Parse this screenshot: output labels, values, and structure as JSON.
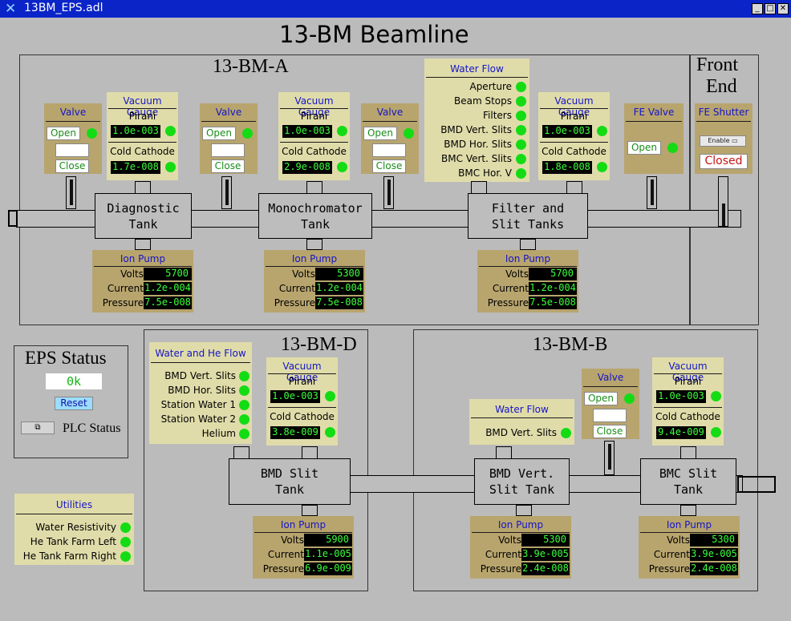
{
  "window": {
    "title": "13BM_EPS.adl"
  },
  "page_title": "13-BM Beamline",
  "sections": {
    "a": "13-BM-A",
    "front_end_1": "Front",
    "front_end_2": "End",
    "d": "13-BM-D",
    "b": "13-BM-B"
  },
  "valves": {
    "title": "Valve",
    "open": "Open",
    "close": "Close"
  },
  "vac": {
    "title": "Vacuum Gauge",
    "pirani": "Pirani",
    "cold": "Cold Cathode",
    "g1": {
      "pirani": "1.0e-003",
      "cold": "1.7e-008"
    },
    "g2": {
      "pirani": "1.0e-003",
      "cold": "2.9e-008"
    },
    "g3": {
      "pirani": "1.0e-003",
      "cold": "1.8e-008"
    },
    "g4": {
      "pirani": "1.0e-003",
      "cold": "3.8e-009"
    },
    "g5": {
      "pirani": "1.0e-003",
      "cold": "9.4e-009"
    }
  },
  "water_flow_a": {
    "title": "Water Flow",
    "items": [
      "Aperture",
      "Beam Stops",
      "Filters",
      "BMD Vert. Slits",
      "BMD Hor. Slits",
      "BMC Vert. Slits",
      "BMC Hor. V"
    ]
  },
  "fe_valve": {
    "title": "FE Valve",
    "open": "Open"
  },
  "fe_shutter": {
    "title": "FE Shutter",
    "enable": "Enable",
    "status": "Closed"
  },
  "tanks": {
    "diag": [
      "Diagnostic",
      "Tank"
    ],
    "mono": [
      "Monochromator",
      "Tank"
    ],
    "filter": [
      "Filter and",
      "Slit Tanks"
    ],
    "bmd": [
      "BMD Slit",
      "Tank"
    ],
    "bmdv": [
      "BMD Vert.",
      "Slit Tank"
    ],
    "bmc": [
      "BMC Slit",
      "Tank"
    ]
  },
  "ion": {
    "title": "Ion Pump",
    "volts": "Volts",
    "current": "Current",
    "pressure": "Pressure",
    "p1": {
      "volts": "5700",
      "current": "1.2e-004",
      "pressure": "7.5e-008"
    },
    "p2": {
      "volts": "5300",
      "current": "1.2e-004",
      "pressure": "7.5e-008"
    },
    "p3": {
      "volts": "5700",
      "current": "1.2e-004",
      "pressure": "7.5e-008"
    },
    "p4": {
      "volts": "5900",
      "current": "1.1e-005",
      "pressure": "6.9e-009"
    },
    "p5": {
      "volts": "5300",
      "current": "3.9e-005",
      "pressure": "2.4e-008"
    },
    "p6": {
      "volts": "5300",
      "current": "3.9e-005",
      "pressure": "2.4e-008"
    }
  },
  "eps": {
    "title": "EPS Status",
    "status": "0k",
    "reset": "Reset",
    "plc": "PLC Status"
  },
  "water_he": {
    "title": "Water and He Flow",
    "items": [
      "BMD Vert. Slits",
      "BMD Hor. Slits",
      "Station Water 1",
      "Station Water 2",
      "Helium"
    ]
  },
  "water_flow_b": {
    "title": "Water Flow",
    "items": [
      "BMD Vert. Slits"
    ]
  },
  "utilities": {
    "title": "Utilities",
    "items": [
      "Water Resistivity",
      "He Tank Farm Left",
      "He Tank Farm Right"
    ]
  },
  "colors": {
    "led_ok": "#14dc14",
    "panel": "#b8a56e",
    "panel_light": "#e0dcaa",
    "title_bar": "#0a24c8",
    "value_fg": "#3cff3c"
  }
}
